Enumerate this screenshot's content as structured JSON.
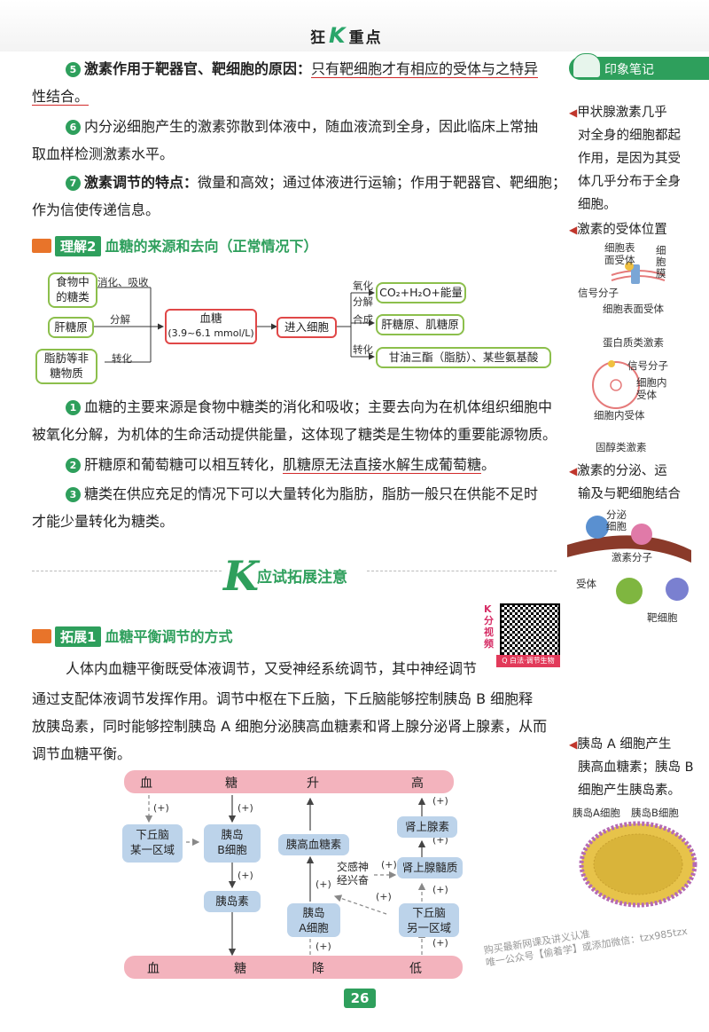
{
  "header": {
    "brand_pre": "狂",
    "brand_k": "K",
    "brand_post": "重点"
  },
  "points": {
    "p5_num": "5",
    "p5_bold": "激素作用于靶器官、靶细胞的原因：",
    "p5_ul": "只有靶细胞才有相应的受体与之特异",
    "p5_tail": "性结合。",
    "p6_num": "6",
    "p6_text_line1": "内分泌细胞产生的激素弥散到体液中，随血液流到全身，因此临床上常抽",
    "p6_text_line2": "取血样检测激素水平。",
    "p7_num": "7",
    "p7_bold": "激素调节的特点：",
    "p7_text_line1": "微量和高效；通过体液进行运输；作用于靶器官、靶细胞；",
    "p7_text_line2": "作为信使传递信息。"
  },
  "understand2": {
    "tag": "理解2",
    "title": "血糖的来源和去向（正常情况下）"
  },
  "flow": {
    "src1_line1": "食物中",
    "src1_line2": "的糖类",
    "lbl1": "消化、吸收",
    "src2": "肝糖原",
    "lbl2": "分解",
    "src3_line1": "脂肪等非",
    "src3_line2": "糖物质",
    "lbl3": "转化",
    "center_line1": "血糖",
    "center_line2": "(3.9~6.1 mmol/L)",
    "enter": "进入细胞",
    "out1_lbl_a": "氧化",
    "out1_lbl_b": "分解",
    "out1": "CO₂+H₂O+能量",
    "out2_lbl": "合成",
    "out2": "肝糖原、肌糖原",
    "out3_lbl": "转化",
    "out3": "甘油三酯（脂肪）、某些氨基酸"
  },
  "u2points": {
    "p1_num": "1",
    "p1_line1": "血糖的主要来源是食物中糖类的消化和吸收；主要去向为在机体组织细胞中",
    "p1_line2": "被氧化分解，为机体的生命活动提供能量，这体现了糖类是生物体的重要能源物质。",
    "p2_num": "2",
    "p2_pre": "肝糖原和葡萄糖可以相互转化，",
    "p2_ul": "肌糖原无法直接水解生成葡萄糖",
    "p2_post": "。",
    "p3_num": "3",
    "p3_line1": "糖类在供应充足的情况下可以大量转化为脂肪，脂肪一般只在供能不足时",
    "p3_line2": "才能少量转化为糖类。"
  },
  "exam": {
    "k": "K",
    "title": "应试拓展注意"
  },
  "ext1": {
    "tag": "拓展1",
    "title": "血糖平衡调节的方式",
    "line1": "人体内血糖平衡既受体液调节，又受神经系统调节，其中神经调节",
    "line2": "通过支配体液调节发挥作用。调节中枢在下丘脑，下丘脑能够控制胰岛 B 细胞释",
    "line3": "放胰岛素，同时能够控制胰岛 A 细胞分泌胰高血糖素和肾上腺分泌肾上腺素，从而",
    "line4": "调节血糖平衡。"
  },
  "qr": {
    "k_video": "K分视频",
    "caption": "Q 白法·调节生物"
  },
  "regulation": {
    "top": [
      "血",
      "糖",
      "升",
      "高"
    ],
    "bottom": [
      "血",
      "糖",
      "降",
      "低"
    ],
    "b1_line1": "下丘脑",
    "b1_line2": "某一区域",
    "b2_line1": "胰岛",
    "b2_line2": "B细胞",
    "b3": "胰岛素",
    "b4": "胰高血糖素",
    "b5_line1": "胰岛",
    "b5_line2": "A细胞",
    "b6": "肾上腺素",
    "b7": "肾上腺髓质",
    "b8_line1": "下丘脑",
    "b8_line2": "另一区域",
    "nerve_line1": "交感神",
    "nerve_line2": "经兴奋",
    "plus": "(+)"
  },
  "sidebar": {
    "title": "印象笔记",
    "n1": [
      "甲状腺激素几乎",
      "对全身的细胞都起",
      "作用，是因为其受",
      "体几乎分布于全身",
      "细胞。"
    ],
    "n2": "激素的受体位置",
    "fig1": {
      "a_line1": "细胞表",
      "a_line2": "面受体",
      "b_line1": "细",
      "b_line2": "胞",
      "b_line3": "膜",
      "c": "信号分子",
      "d": "细胞表面受体",
      "e": "蛋白质类激素"
    },
    "fig2": {
      "a": "信号分子",
      "b_line1": "细胞内",
      "b_line2": "受体",
      "c": "细胞内受体",
      "d": "固醇类激素"
    },
    "n3": [
      "激素的分泌、运",
      "输及与靶细胞结合"
    ],
    "fig3": {
      "a_line1": "分泌",
      "a_line2": "细胞",
      "b": "激素分子",
      "c": "受体",
      "d": "靶细胞"
    },
    "n4": [
      "胰岛 A 细胞产生",
      "胰高血糖素；胰岛 B",
      "细胞产生胰岛素。"
    ],
    "fig4": {
      "a": "胰岛A细胞",
      "b": "胰岛B细胞"
    }
  },
  "footer": {
    "page": "26",
    "wm_line1": "购买最新网课及讲义认准",
    "wm_line2": "唯一公众号【偷着学】或添加微信：tzx985tzx"
  },
  "colors": {
    "accent": "#2e9f5c",
    "red": "#d22b2b",
    "box_blue": "#bcd3ea",
    "bar_pink": "#f3b3bd"
  }
}
